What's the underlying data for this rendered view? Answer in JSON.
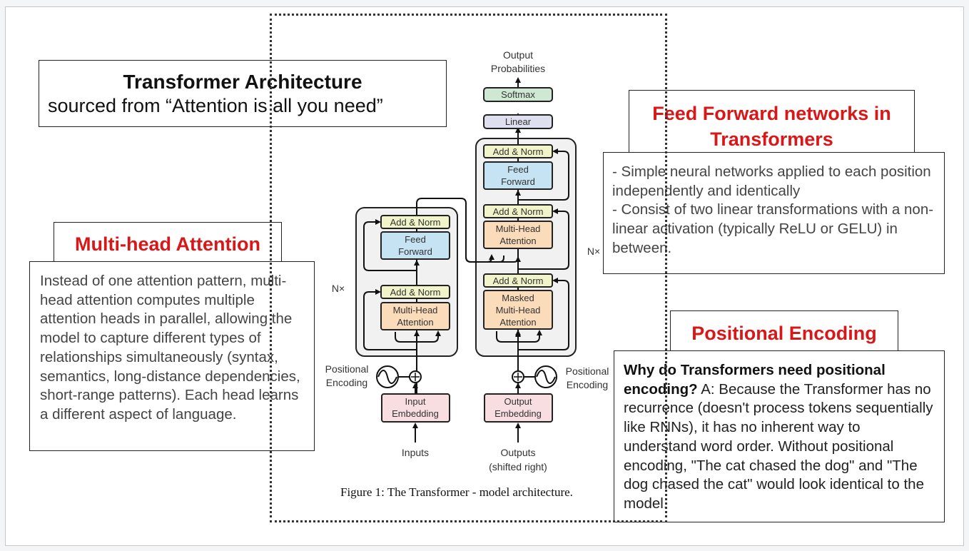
{
  "title_box": {
    "title": "Transformer Architecture",
    "subtitle": "sourced from “Attention is all you need”"
  },
  "multi_head_attention": {
    "heading": "Multi-head Attention",
    "body": "Instead of one attention pattern, multi-head attention computes multiple attention heads in parallel, allowing the model to capture different types of relationships simultaneously (syntax, semantics, long-distance dependencies, short-range patterns). Each head learns a different aspect of language."
  },
  "feed_forward": {
    "heading_line1": "Feed Forward networks in",
    "heading_line2": "Transformers",
    "bullet1": "- Simple neural networks applied to each position independently and identically",
    "bullet2": "- Consist of two linear transformations with a non-linear activation (typically ReLU or GELU) in between."
  },
  "positional_encoding": {
    "heading": "Positional Encoding",
    "question": "Why do Transformers need positional encoding?",
    "answer": " A: Because the Transformer has no recurrence (doesn't process tokens sequentially like RNNs), it has no inherent way to understand word order. Without positional encoding, \"The cat chased the dog\" and \"The dog chased the cat\" would look identical to the model."
  },
  "diagram": {
    "output_label_1": "Output",
    "output_label_2": "Probabilities",
    "softmax": "Softmax",
    "linear": "Linear",
    "add_norm": "Add & Norm",
    "feed": "Feed",
    "forward": "Forward",
    "multi_head": "Multi-Head",
    "attention": "Attention",
    "masked": "Masked",
    "nx": "N×",
    "positional": "Positional",
    "encoding": "Encoding",
    "input": "Input",
    "output": "Output",
    "embedding": "Embedding",
    "inputs": "Inputs",
    "outputs": "Outputs",
    "shifted_right": "(shifted right)",
    "colors": {
      "add_norm": "#f1f4c8",
      "feed_forward": "#c6e3f3",
      "attention": "#fbdcba",
      "embedding": "#f8dde1",
      "softmax": "#cfe8d3",
      "linear": "#dfe0ef",
      "block_bg": "#f1f1f1"
    }
  },
  "caption": "Figure 1: The Transformer - model architecture."
}
